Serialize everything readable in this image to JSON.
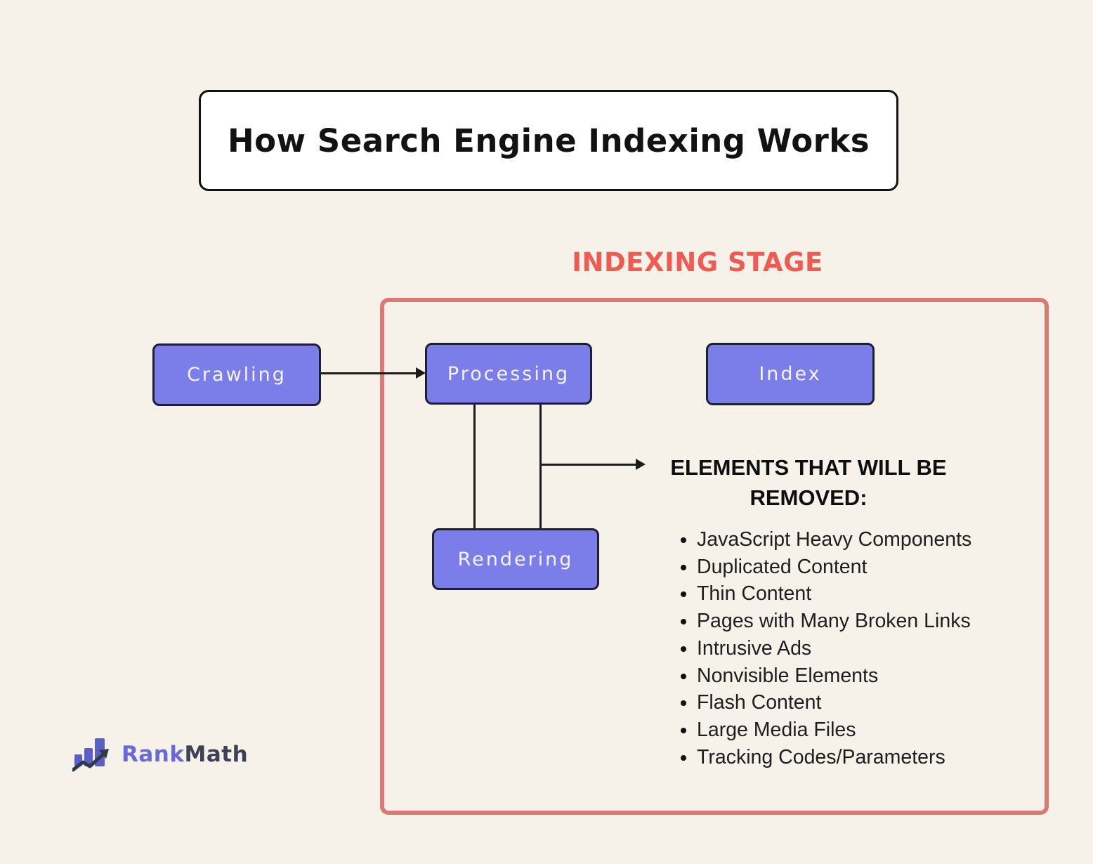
{
  "title": {
    "text": "How Search Engine Indexing Works"
  },
  "stage": {
    "label": "INDEXING STAGE"
  },
  "nodes": {
    "crawling": {
      "label": "Crawling"
    },
    "processing": {
      "label": "Processing"
    },
    "index": {
      "label": "Index"
    },
    "rendering": {
      "label": "Rendering"
    }
  },
  "removed_list": {
    "heading_line1": "ELEMENTS THAT WILL BE",
    "heading_line2": "REMOVED:",
    "items": [
      "JavaScript Heavy Components",
      "Duplicated Content",
      "Thin Content",
      "Pages with Many Broken Links",
      "Intrusive Ads",
      "Nonvisible Elements",
      "Flash Content",
      "Large Media Files",
      "Tracking Codes/Parameters"
    ]
  },
  "brand": {
    "name_part1": "Rank",
    "name_part2": "Math"
  },
  "colors": {
    "background": "#F6F1E9",
    "node_fill": "#7B7EE8",
    "node_border": "#1C2033",
    "node_text": "#F5F4FF",
    "stage_border": "#DB7A74",
    "stage_label_text": "#EF5A52",
    "connector": "#1B1B1B",
    "title_text": "#121212",
    "list_text": "#1E1E1E",
    "brand_purple": "#6A6AD4",
    "brand_dark": "#3C4254"
  }
}
